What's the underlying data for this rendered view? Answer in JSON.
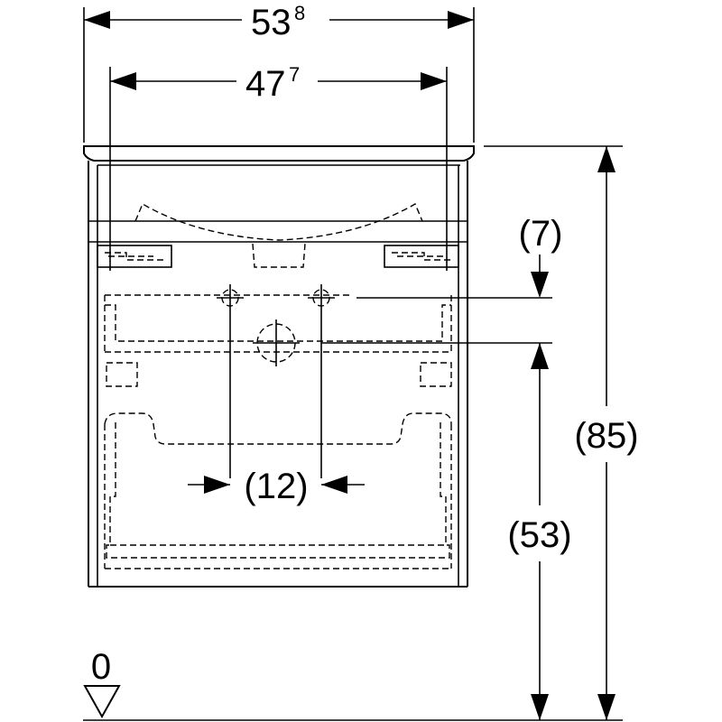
{
  "dimensions": {
    "overall_width": {
      "main": "53",
      "sup": "8"
    },
    "inner_width": {
      "main": "47",
      "sup": "7"
    },
    "top_offset": "(7)",
    "total_height": "(85)",
    "drain_height": "(53)",
    "drain_spacing": "(12)",
    "floor_level": "0"
  }
}
